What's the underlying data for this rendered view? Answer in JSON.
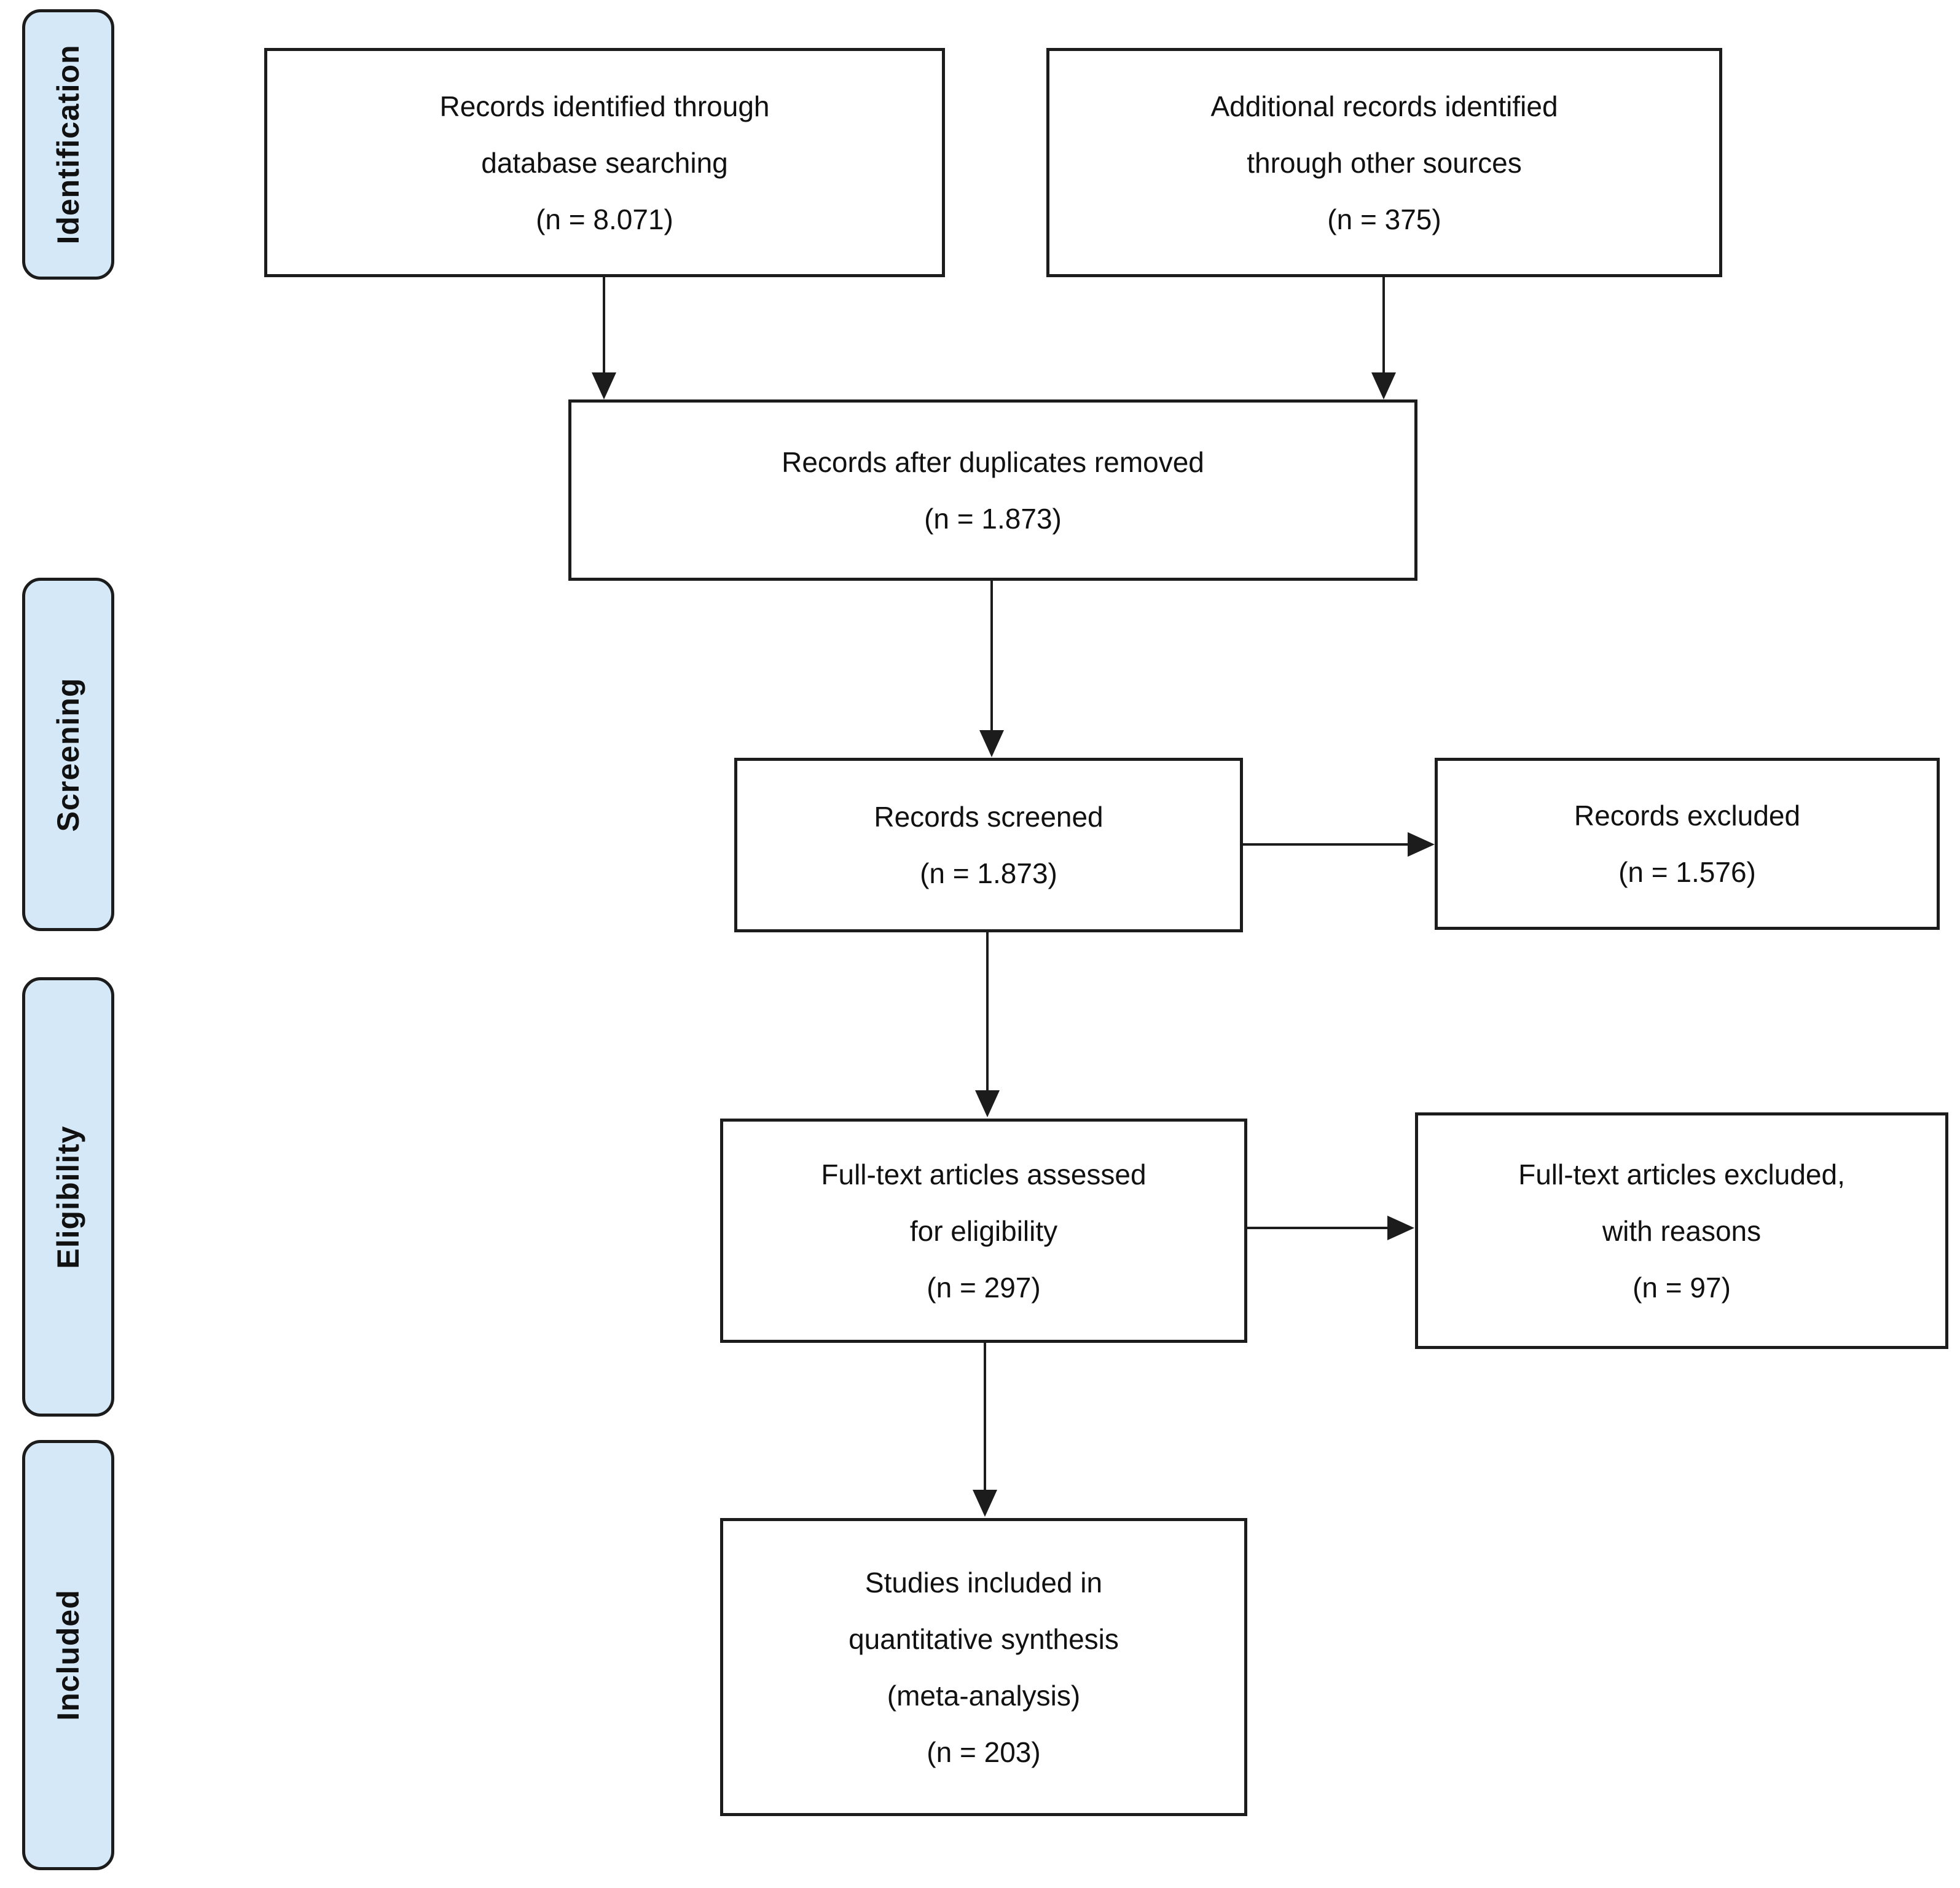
{
  "palette": {
    "stage_fill": "#d5e8f7",
    "line_color": "#1c1c1c",
    "box_fill": "#ffffff",
    "text_color": "#111111"
  },
  "stages": {
    "identification": "Identification",
    "screening": "Screening",
    "eligibility": "Eligibility",
    "included": "Included"
  },
  "boxes": {
    "records_identified": "Records identified through\ndatabase searching\n(n = 8.071)",
    "additional_records": "Additional records identified\nthrough other sources\n(n = 375)",
    "after_duplicates": "Records after duplicates removed\n(n = 1.873)",
    "records_screened": "Records screened\n(n = 1.873)",
    "records_excluded": "Records excluded\n(n = 1.576)",
    "fulltext_assessed": "Full-text articles assessed\nfor eligibility\n(n = 297)",
    "fulltext_excluded": "Full-text articles excluded,\nwith reasons\n(n = 97)",
    "studies_included": "Studies included in\nquantitative synthesis\n(meta-analysis)\n(n = 203)"
  }
}
